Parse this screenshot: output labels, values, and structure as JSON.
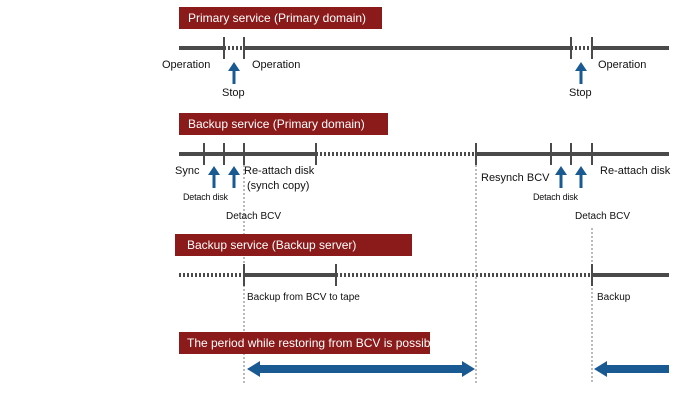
{
  "colors": {
    "banner": "#8b1a1a",
    "timeline": "#4a4a4a",
    "arrow": "#1a5a93"
  },
  "primary": {
    "title": "Primary service (Primary domain)",
    "labels": {
      "operation_left": "Operation",
      "operation_mid": "Operation",
      "operation_right": "Operation",
      "stop_1": "Stop",
      "stop_2": "Stop"
    }
  },
  "backup_primary": {
    "title": "Backup service (Primary domain)",
    "labels": {
      "sync": "Sync",
      "reattach_1": "Re-attach disk",
      "synch_copy": "(synch copy)",
      "resynch": "Resynch BCV",
      "reattach_2": "Re-attach disk",
      "detach_disk_1": "Detach disk",
      "detach_bcv_1": "Detach BCV",
      "detach_disk_2": "Detach disk",
      "detach_bcv_2": "Detach BCV"
    }
  },
  "backup_server": {
    "title": "Backup service (Backup server)",
    "labels": {
      "backup_tape": "Backup from BCV to tape",
      "backup": "Backup"
    }
  },
  "restore": {
    "title": "The period while restoring from BCV is possible"
  }
}
